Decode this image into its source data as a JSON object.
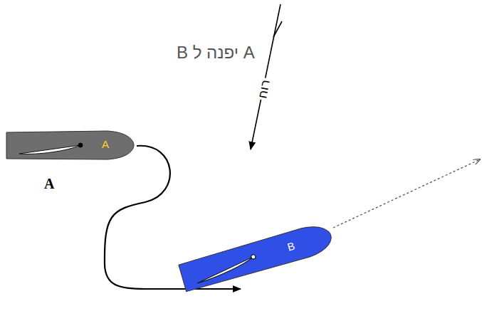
{
  "diagram": {
    "title": "A יפנה ל B",
    "nodes": [
      {
        "text": [
          "A",
          "A"
        ]
      },
      {
        "text": [
          "B"
        ]
      }
    ],
    "labels": [
      "רוח"
    ]
  }
}
